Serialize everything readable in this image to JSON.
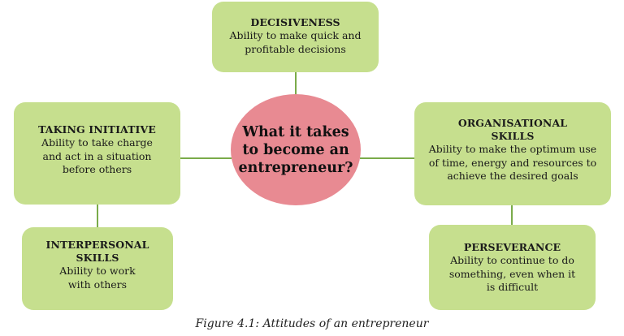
{
  "diagram": {
    "center": {
      "label": "What it takes\nto become an\nentrepreneur?",
      "color": "#e88a92"
    },
    "box_color": "#c6df8e",
    "line_color": "#7aab4a",
    "nodes": [
      {
        "id": "decisiveness",
        "title": "DECISIVENESS",
        "description": "Ability to make quick and\nprofitable decisions"
      },
      {
        "id": "taking-initiative",
        "title": "TAKING INITIATIVE",
        "description": "Ability to take charge\nand act in a situation\nbefore others"
      },
      {
        "id": "interpersonal-skills",
        "title": "INTERPERSONAL\nSKILLS",
        "description": "Ability to work\nwith others"
      },
      {
        "id": "organisational-skills",
        "title": "ORGANISATIONAL\nSKILLS",
        "description": "Ability to make the optimum use\nof time, energy and resources to\nachieve the desired goals"
      },
      {
        "id": "perseverance",
        "title": "PERSEVERANCE",
        "description": "Ability to continue to do\nsomething, even when it\nis difficult"
      }
    ],
    "connections": [
      [
        "center",
        "decisiveness"
      ],
      [
        "center",
        "taking-initiative"
      ],
      [
        "taking-initiative",
        "interpersonal-skills"
      ],
      [
        "center",
        "organisational-skills"
      ],
      [
        "organisational-skills",
        "perseverance"
      ]
    ]
  },
  "caption": "Figure 4.1: Attitudes of an entrepreneur"
}
